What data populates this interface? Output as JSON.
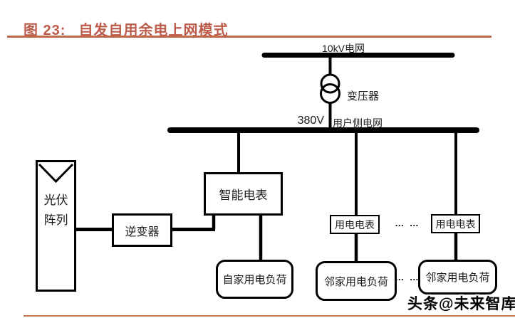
{
  "figure": {
    "label": "图 23:",
    "title": "自发自用余电上网模式"
  },
  "diagram": {
    "grid_10kv_label": "10kV电网",
    "transformer_label": "变压器",
    "voltage_label": "380V",
    "user_grid_label": "用户侧电网",
    "pv_array_line1": "光伏",
    "pv_array_line2": "阵列",
    "inverter_label": "逆变器",
    "smart_meter_label": "智能电表",
    "home_load_label": "自家用电负荷",
    "meters": [
      "用电电表",
      "用电电表"
    ],
    "neighbor_loads": [
      "邻家用电负荷",
      "邻家用电负荷"
    ],
    "ellipsis_meters": "… …",
    "ellipsis_loads": "… …"
  },
  "watermark": {
    "text": "头条@未来智库"
  },
  "colors": {
    "accent_title": "#bd5b4b",
    "underline": "#c0694a",
    "bottom_rule": "#c1764f",
    "diagram_line": "#000000"
  }
}
